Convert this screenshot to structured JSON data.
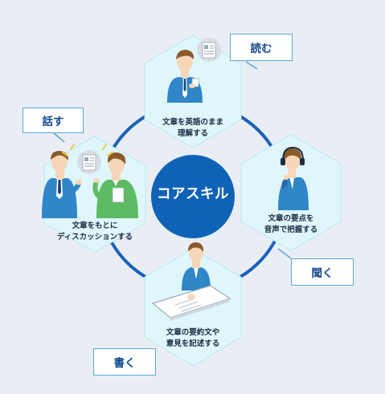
{
  "center_label": "コアスキル",
  "skills": {
    "read": {
      "tag": "読む",
      "lines": [
        "文章を英語のまま",
        "理解する"
      ]
    },
    "listen": {
      "tag": "聞く",
      "lines": [
        "文章の要点を",
        "音声で把握する"
      ]
    },
    "write": {
      "tag": "書く",
      "lines": [
        "文章の要約文や",
        "意見を記述する"
      ]
    },
    "speak": {
      "tag": "話す",
      "lines": [
        "文章をもとに",
        "ディスカッションする"
      ]
    }
  },
  "colors": {
    "background": "#e9eef5",
    "hex_fill": "#dff7fb",
    "hex_stroke": "#b9e8f0",
    "ring": "#1a62b8",
    "center": "#0f63b6",
    "tag_border": "#5aa7d8",
    "tag_text": "#114a8c",
    "suit": "#2f86c8",
    "suit_dark": "#236aa5",
    "hair": "#8a5a2b",
    "skin": "#f7d6b8",
    "friend_shirt": "#5dbb63"
  }
}
